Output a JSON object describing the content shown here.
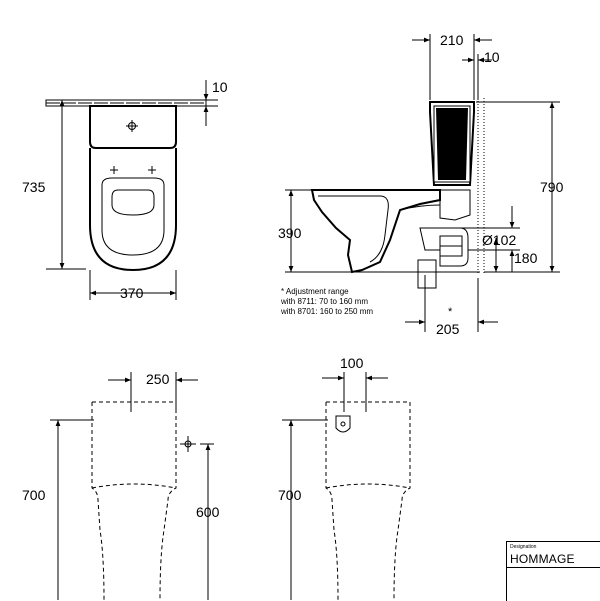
{
  "top_view": {
    "flush_offset": "10",
    "depth": "735",
    "width": "370"
  },
  "side_view": {
    "tank_width": "210",
    "wall_gap": "10",
    "height": "790",
    "seat_height": "390",
    "outlet_diameter": "Ø102",
    "outlet_height": "180",
    "outlet_offset": "205",
    "asterisk": "*",
    "note_lines": [
      "* Adjustment range",
      "with 8711: 70 to 160 mm",
      "with 8701: 160 to 250 mm"
    ]
  },
  "back_view_left": {
    "width": "250",
    "height": "700",
    "inlet_height": "600"
  },
  "back_view_right": {
    "offset": "100",
    "height": "700"
  },
  "title_block": {
    "label": "Designation",
    "name": "HOMMAGE"
  }
}
